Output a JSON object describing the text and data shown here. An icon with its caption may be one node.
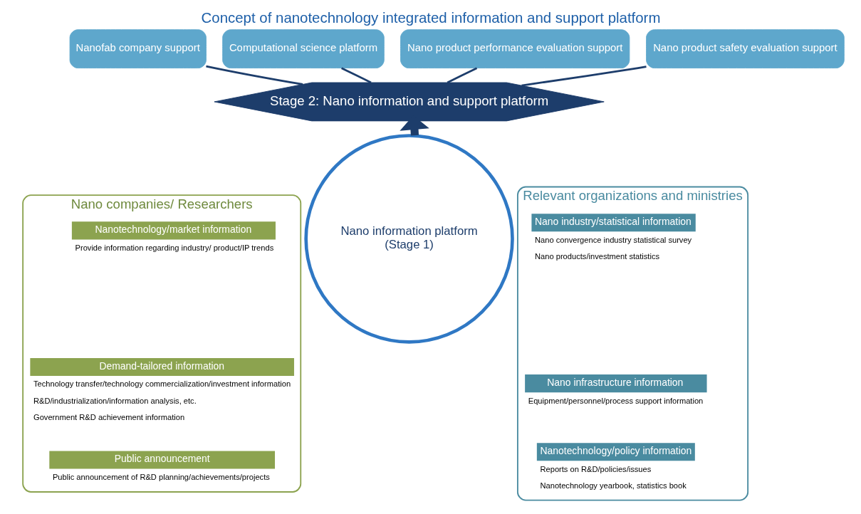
{
  "diagram": {
    "title": "Concept of nanotechnology integrated information and support platform",
    "nodes": [
      {
        "text": [
          "Nanofab company support"
        ]
      },
      {
        "text": [
          "Computational science platform"
        ]
      },
      {
        "text": [
          "Nano product performance evaluation support"
        ]
      },
      {
        "text": [
          "Nano product safety evaluation support"
        ]
      },
      {
        "text": [
          "Stage 2: Nano information and support platform"
        ]
      },
      {
        "text": [
          "Nano companies/ Researchers"
        ]
      },
      {
        "text": [
          "Nanotechnology/market information"
        ],
        "in": 5,
        "beside": [
          "Provide information regarding industry/ product/IP trends"
        ]
      },
      {
        "text": [
          "Demand-tailored information"
        ],
        "in": 5,
        "beside": [
          "Technology transfer/technology commercialization/investment information",
          "R&D/industrialization/information analysis, etc.",
          "Government R&D achievement information"
        ]
      },
      {
        "text": [
          "Public announcement"
        ],
        "in": 5,
        "beside": [
          "Public announcement of R&D planning/achievements/projects"
        ]
      },
      {
        "text": [
          "Nano information platform",
          "(Stage 1)"
        ]
      },
      {
        "text": [
          "Relevant organizations and ministries"
        ]
      },
      {
        "text": [
          "Nano industry/statistical information"
        ],
        "in": 10,
        "beside": [
          "Nano convergence industry statistical survey",
          "Nano products/investment statistics"
        ]
      },
      {
        "text": [
          "Nano infrastructure information"
        ],
        "in": 10,
        "beside": [
          "Equipment/personnel/process support information"
        ]
      },
      {
        "text": [
          "Nanotechnology/policy information"
        ],
        "in": 10,
        "beside": [
          "Reports on R&D/policies/issues",
          "Nanotechnology yearbook, statistics book"
        ]
      }
    ],
    "edges": [
      {
        "from": 0,
        "to": 4,
        "arrow": "none"
      },
      {
        "from": 1,
        "to": 4,
        "arrow": "none"
      },
      {
        "from": 2,
        "to": 4,
        "arrow": "none"
      },
      {
        "from": 3,
        "to": 4,
        "arrow": "none"
      },
      {
        "from": 9,
        "to": 4,
        "arrow": "to",
        "style": "thick"
      }
    ]
  }
}
